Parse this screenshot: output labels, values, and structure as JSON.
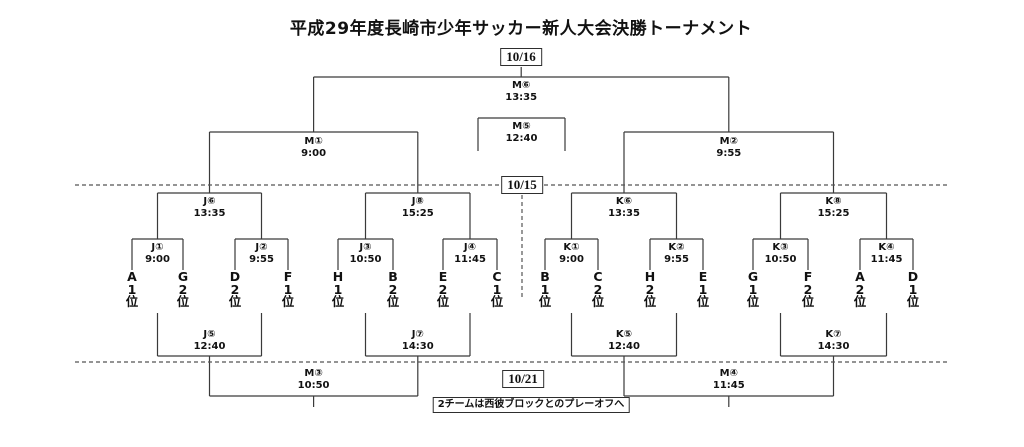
{
  "title": "平成29年度長崎市少年サッカー新人大会決勝トーナメント",
  "dates": {
    "final_day": "10/16",
    "semi_day": "10/15",
    "playoff_day": "10/21"
  },
  "footnote": "2チームは西彼ブロックとのプレーオフへ",
  "colors": {
    "line": "#3a3a3a",
    "text": "#111111",
    "background": "#ffffff"
  },
  "matches": {
    "m1": {
      "code": "M①",
      "time": "9:00"
    },
    "m2": {
      "code": "M②",
      "time": "9:55"
    },
    "m3": {
      "code": "M③",
      "time": "10:50"
    },
    "m4": {
      "code": "M④",
      "time": "11:45"
    },
    "m5": {
      "code": "M⑤",
      "time": "12:40"
    },
    "m6": {
      "code": "M⑥",
      "time": "13:35"
    },
    "j1": {
      "code": "J①",
      "time": "9:00"
    },
    "j2": {
      "code": "J②",
      "time": "9:55"
    },
    "j3": {
      "code": "J③",
      "time": "10:50"
    },
    "j4": {
      "code": "J④",
      "time": "11:45"
    },
    "j5": {
      "code": "J⑤",
      "time": "12:40"
    },
    "j6": {
      "code": "J⑥",
      "time": "13:35"
    },
    "j7": {
      "code": "J⑦",
      "time": "14:30"
    },
    "j8": {
      "code": "J⑧",
      "time": "15:25"
    },
    "k1": {
      "code": "K①",
      "time": "9:00"
    },
    "k2": {
      "code": "K②",
      "time": "9:55"
    },
    "k3": {
      "code": "K③",
      "time": "10:50"
    },
    "k4": {
      "code": "K④",
      "time": "11:45"
    },
    "k5": {
      "code": "K⑤",
      "time": "12:40"
    },
    "k6": {
      "code": "K⑥",
      "time": "13:35"
    },
    "k7": {
      "code": "K⑦",
      "time": "14:30"
    },
    "k8": {
      "code": "K⑧",
      "time": "15:25"
    }
  },
  "teams": [
    {
      "group": "A",
      "rank": "1",
      "suffix": "位"
    },
    {
      "group": "G",
      "rank": "2",
      "suffix": "位"
    },
    {
      "group": "D",
      "rank": "2",
      "suffix": "位"
    },
    {
      "group": "F",
      "rank": "1",
      "suffix": "位"
    },
    {
      "group": "H",
      "rank": "1",
      "suffix": "位"
    },
    {
      "group": "B",
      "rank": "2",
      "suffix": "位"
    },
    {
      "group": "E",
      "rank": "2",
      "suffix": "位"
    },
    {
      "group": "C",
      "rank": "1",
      "suffix": "位"
    },
    {
      "group": "B",
      "rank": "1",
      "suffix": "位"
    },
    {
      "group": "C",
      "rank": "2",
      "suffix": "位"
    },
    {
      "group": "H",
      "rank": "2",
      "suffix": "位"
    },
    {
      "group": "E",
      "rank": "1",
      "suffix": "位"
    },
    {
      "group": "G",
      "rank": "1",
      "suffix": "位"
    },
    {
      "group": "F",
      "rank": "2",
      "suffix": "位"
    },
    {
      "group": "A",
      "rank": "2",
      "suffix": "位"
    },
    {
      "group": "D",
      "rank": "1",
      "suffix": "位"
    }
  ]
}
